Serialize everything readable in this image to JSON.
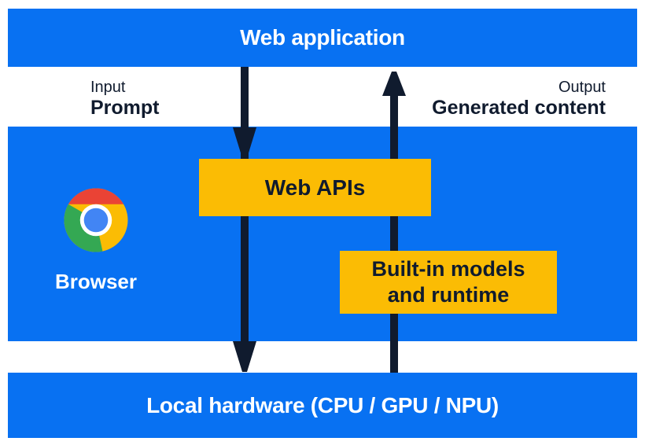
{
  "colors": {
    "blue": "#0871F2",
    "yellow": "#FBBC04",
    "ink": "#101B2E",
    "white": "#FFFFFF",
    "chrome-red": "#EA4335",
    "chrome-yellow": "#FBBC04",
    "chrome-green": "#34A853",
    "chrome-blue": "#4285F4"
  },
  "layers": {
    "web_application": "Web application",
    "local_hardware": "Local hardware (CPU / GPU / NPU)"
  },
  "io": {
    "input_label": "Input",
    "input_value": "Prompt",
    "output_label": "Output",
    "output_value": "Generated content"
  },
  "browser": {
    "label": "Browser",
    "icon": "chrome-logo-icon"
  },
  "boxes": {
    "web_apis": {
      "label": "Web APIs"
    },
    "builtin": {
      "line1": "Built-in models",
      "line2": "and runtime"
    }
  }
}
